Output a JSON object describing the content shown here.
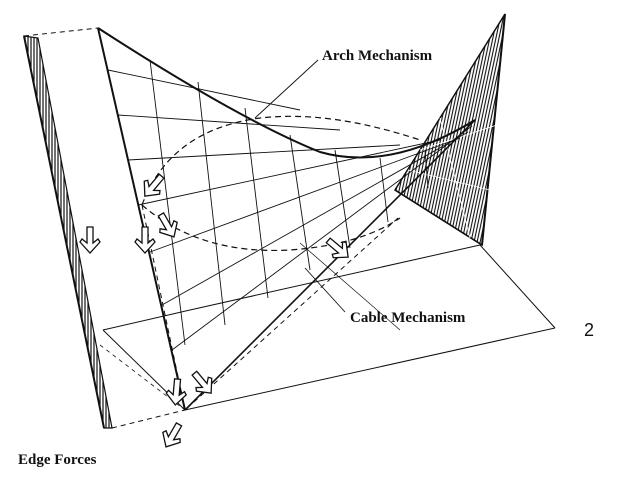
{
  "labels": {
    "arch": "Arch Mechanism",
    "cable": "Cable Mechanism",
    "edge": "Edge Forces",
    "figure_number": "2"
  },
  "colors": {
    "ink": "#111111",
    "paper": "#ffffff"
  }
}
